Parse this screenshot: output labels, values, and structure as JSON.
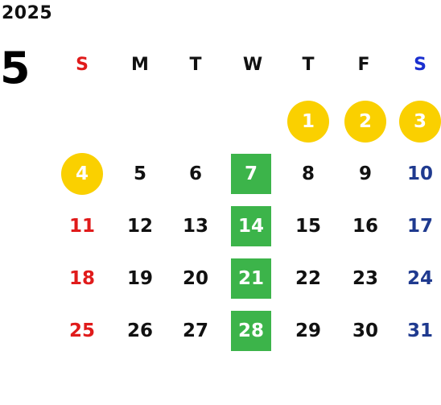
{
  "calendar": {
    "year": "2025",
    "month": "5",
    "weekdays": [
      "S",
      "M",
      "T",
      "W",
      "T",
      "F",
      "S"
    ],
    "colors": {
      "sunday": "#e01b1b",
      "saturday_header": "#1a2fd0",
      "saturday": "#1f3a8f",
      "weekday": "#111111",
      "holiday_bg": "#fad000",
      "highlight_bg": "#3cb44a"
    },
    "weeks": [
      [
        {
          "day": ""
        },
        {
          "day": ""
        },
        {
          "day": ""
        },
        {
          "day": ""
        },
        {
          "day": ""
        },
        {
          "day": "1",
          "mark": "holiday"
        },
        {
          "day": "2",
          "mark": "holiday"
        },
        {
          "day": "3",
          "mark": "holiday"
        }
      ],
      [
        {
          "day": "4",
          "mark": "holiday"
        },
        {
          "day": "5"
        },
        {
          "day": "6"
        },
        {
          "day": "7",
          "mark": "highlight"
        },
        {
          "day": "8"
        },
        {
          "day": "9"
        },
        {
          "day": "10"
        }
      ],
      [
        {
          "day": "11"
        },
        {
          "day": "12"
        },
        {
          "day": "13"
        },
        {
          "day": "14",
          "mark": "highlight"
        },
        {
          "day": "15"
        },
        {
          "day": "16"
        },
        {
          "day": "17"
        }
      ],
      [
        {
          "day": "18"
        },
        {
          "day": "19"
        },
        {
          "day": "20"
        },
        {
          "day": "21",
          "mark": "highlight"
        },
        {
          "day": "22"
        },
        {
          "day": "23"
        },
        {
          "day": "24"
        }
      ],
      [
        {
          "day": "25"
        },
        {
          "day": "26"
        },
        {
          "day": "27"
        },
        {
          "day": "28",
          "mark": "highlight"
        },
        {
          "day": "29"
        },
        {
          "day": "30"
        },
        {
          "day": "31"
        }
      ]
    ]
  }
}
